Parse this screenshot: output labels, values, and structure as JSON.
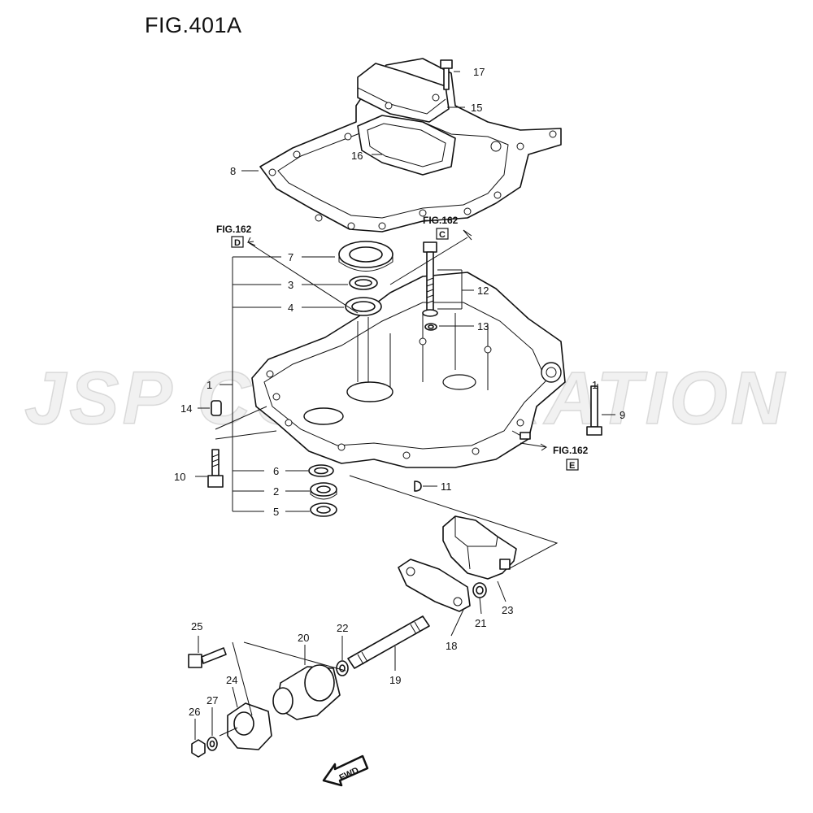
{
  "figure": {
    "title": "FIG.401A"
  },
  "watermark": "JSP CORPORATION",
  "fig_refs": [
    {
      "id": "ref-d",
      "label": "FIG.162",
      "letter": "D"
    },
    {
      "id": "ref-c",
      "label": "FIG.162",
      "letter": "C"
    },
    {
      "id": "ref-e",
      "label": "FIG.162",
      "letter": "E"
    }
  ],
  "callouts": [
    "1",
    "1",
    "2",
    "3",
    "4",
    "5",
    "6",
    "7",
    "8",
    "9",
    "10",
    "11",
    "12",
    "13",
    "14",
    "15",
    "16",
    "17",
    "18",
    "19",
    "20",
    "21",
    "22",
    "23",
    "24",
    "25",
    "26",
    "27"
  ],
  "fwd_label": "FWD"
}
